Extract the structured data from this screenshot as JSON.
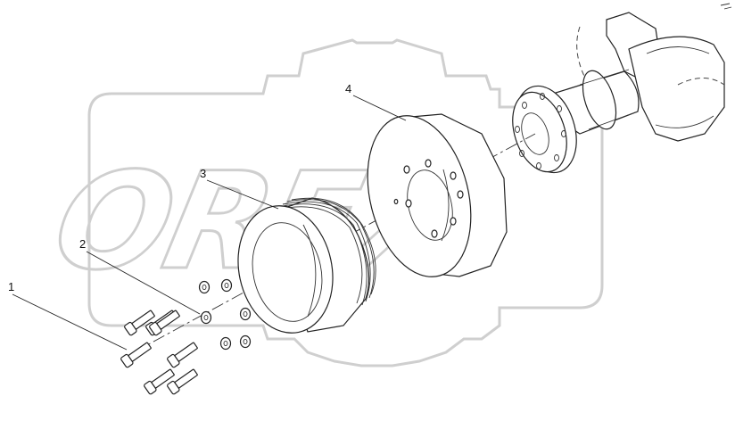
{
  "watermark": {
    "text": "OREX"
  },
  "callouts": [
    {
      "id": "1",
      "label": "1"
    },
    {
      "id": "2",
      "label": "2"
    },
    {
      "id": "3",
      "label": "3"
    },
    {
      "id": "4",
      "label": "4"
    }
  ],
  "colors": {
    "line": "#222222",
    "watermark": "#cfcfcf",
    "background": "#ffffff"
  }
}
